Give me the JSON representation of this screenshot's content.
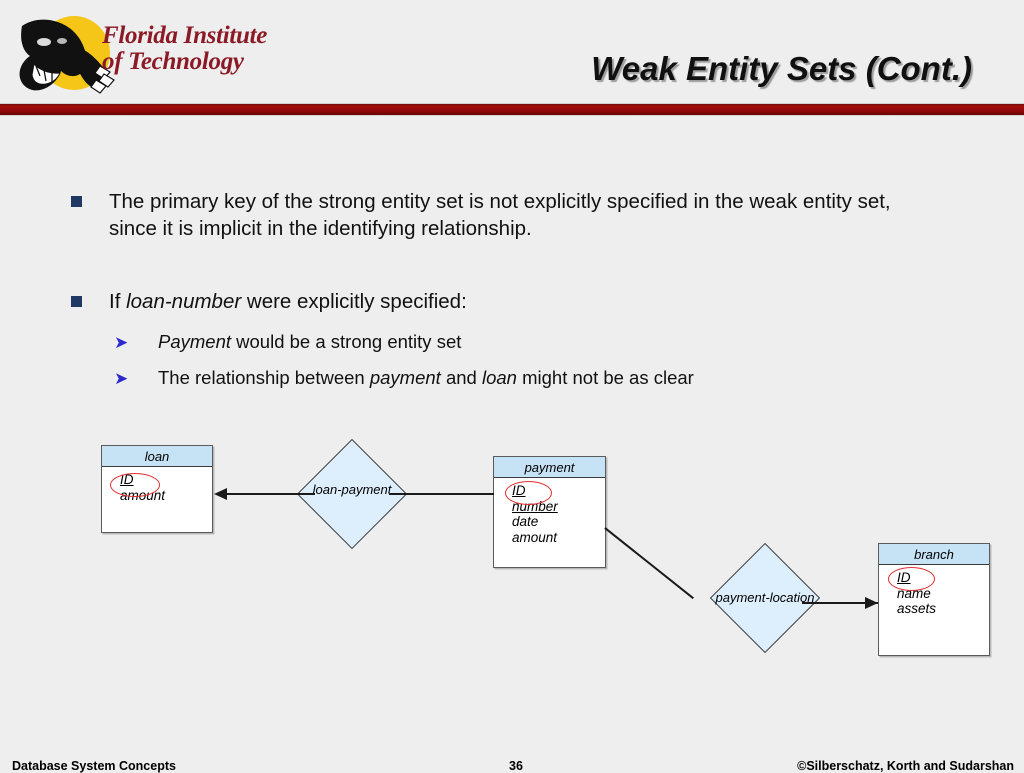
{
  "header": {
    "logo_wordmark": "Florida Institute\nof Technology",
    "logo_icon_name": "panther-logo",
    "title": "Weak Entity Sets (Cont.)",
    "rule_color": "#8d0606",
    "wordmark_color": "#8b1a26"
  },
  "content": {
    "bullets": [
      {
        "marker": "square",
        "parts": [
          {
            "text": "The primary key of the strong entity set is not explicitly specified in the weak entity set, since it is implicit in the identifying relationship.",
            "italic": false
          }
        ]
      },
      {
        "marker": "square",
        "parts": [
          {
            "text": "If ",
            "italic": false
          },
          {
            "text": "loan-number",
            "italic": true
          },
          {
            "text": " were explicitly specified:",
            "italic": false
          }
        ]
      }
    ],
    "subbullets": [
      {
        "marker": "➤",
        "parts": [
          {
            "text": "Payment",
            "italic": true
          },
          {
            "text": " would be a strong entity set",
            "italic": false
          }
        ]
      },
      {
        "marker": "➤",
        "parts": [
          {
            "text": "The relationship between ",
            "italic": false
          },
          {
            "text": "payment",
            "italic": true
          },
          {
            "text": " and ",
            "italic": false
          },
          {
            "text": "loan",
            "italic": true
          },
          {
            "text": " might not be as clear",
            "italic": false
          }
        ]
      }
    ]
  },
  "diagram": {
    "header_fill": "#c6e2f5",
    "diamond_fill": "#ddeefc",
    "key_circle_color": "#e03030",
    "entities": [
      {
        "name": "loan",
        "attributes": [
          {
            "label": "ID",
            "underlined": true,
            "key_circled": true
          },
          {
            "label": "amount",
            "underlined": false,
            "key_circled": false
          }
        ]
      },
      {
        "name": "payment",
        "attributes": [
          {
            "label": "ID",
            "underlined": true,
            "key_circled": true
          },
          {
            "label": "number",
            "underlined": true,
            "key_circled": false
          },
          {
            "label": "date",
            "underlined": false,
            "key_circled": false
          },
          {
            "label": "amount",
            "underlined": false,
            "key_circled": false
          }
        ]
      },
      {
        "name": "branch",
        "attributes": [
          {
            "label": "ID",
            "underlined": true,
            "key_circled": true
          },
          {
            "label": "name",
            "underlined": false,
            "key_circled": false
          },
          {
            "label": "assets",
            "underlined": false,
            "key_circled": false
          }
        ]
      }
    ],
    "relationships": [
      {
        "name": "loan-payment"
      },
      {
        "name": "payment-location"
      }
    ]
  },
  "footer": {
    "left": "Database System Concepts",
    "page": "36",
    "right": "©Silberschatz, Korth and Sudarshan"
  }
}
